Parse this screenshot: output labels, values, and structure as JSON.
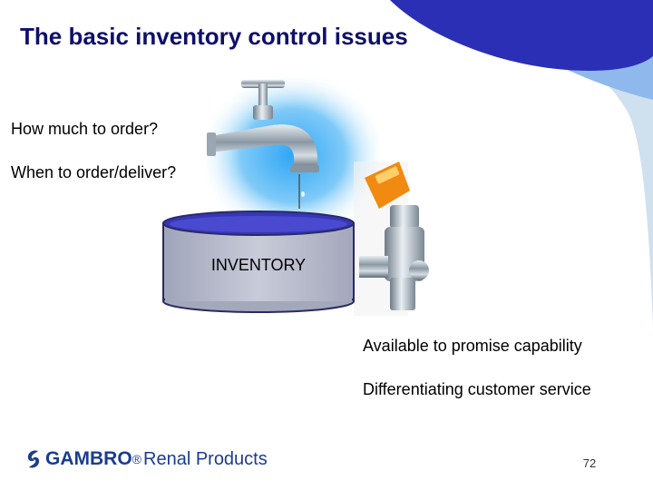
{
  "slide": {
    "title": "The basic inventory control issues",
    "questions": [
      "How much to order?",
      "When to order/deliver?"
    ],
    "tank_label": "INVENTORY",
    "outputs": [
      "Available to promise capability",
      "Differentiating customer service"
    ],
    "page_number": "72"
  },
  "logo": {
    "brand": "GAMBRO",
    "suffix": "Renal Products"
  },
  "colors": {
    "title": "#0f0f6b",
    "corner_dark": "#2b2fb5",
    "corner_mid": "#8fb8ec",
    "corner_light": "#cfe0ef",
    "brand": "#1b3d8f",
    "tap_handle": "#f08a10"
  }
}
